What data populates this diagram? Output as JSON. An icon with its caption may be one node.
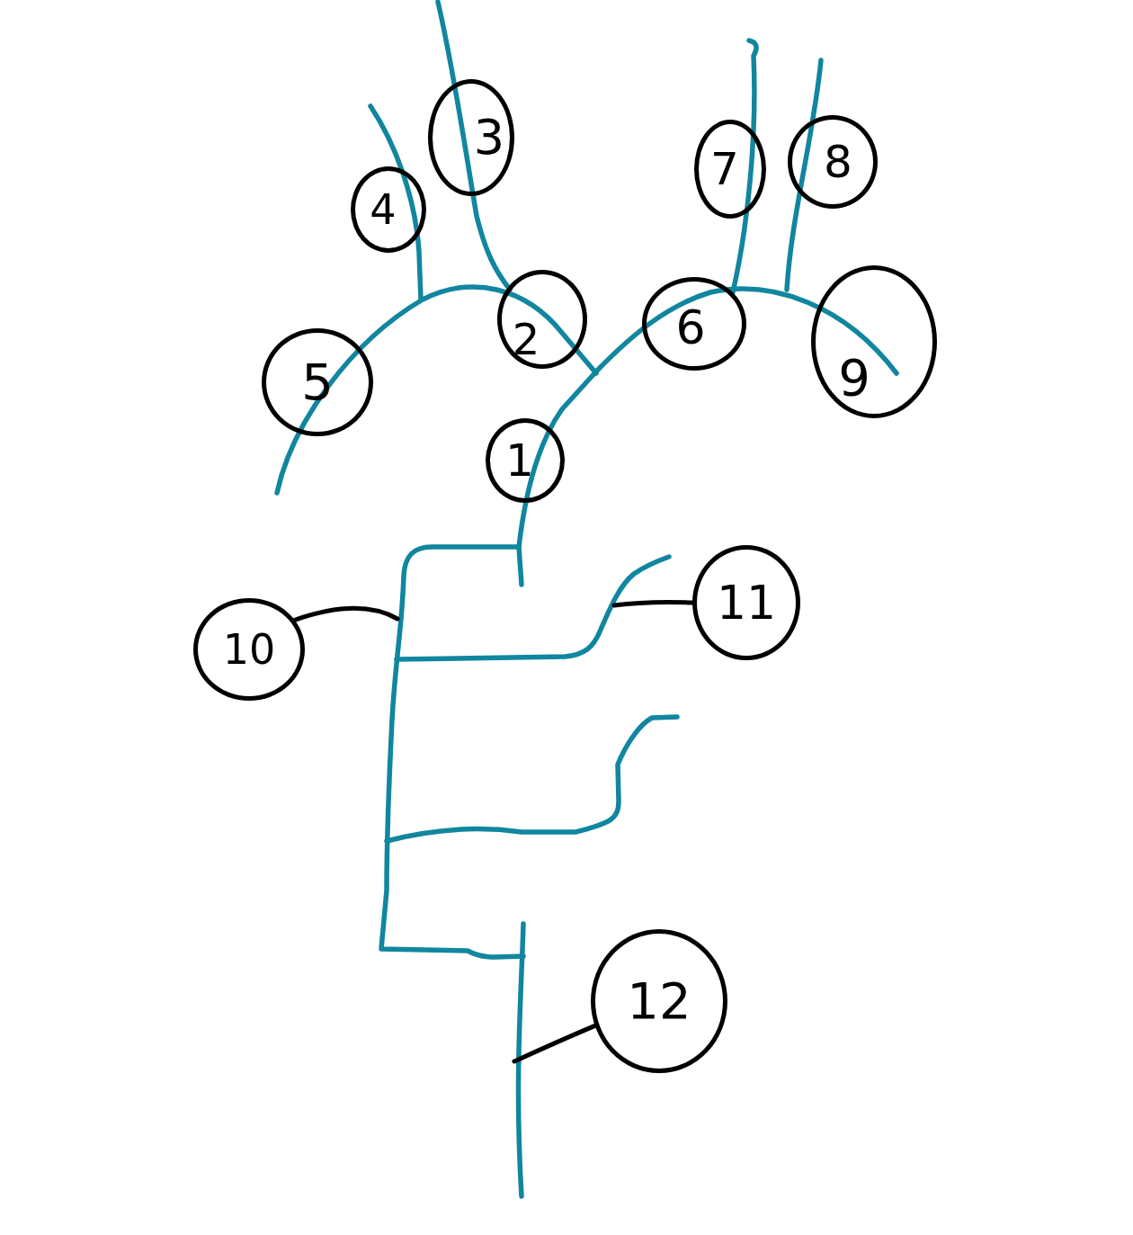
{
  "diagram": {
    "nodes": [
      {
        "text": [
          "1"
        ]
      },
      {
        "text": [
          "2"
        ]
      },
      {
        "text": [
          "3"
        ]
      },
      {
        "text": [
          "4"
        ]
      },
      {
        "text": [
          "5"
        ]
      },
      {
        "text": [
          "6"
        ]
      },
      {
        "text": [
          "7"
        ]
      },
      {
        "text": [
          "8"
        ]
      },
      {
        "text": [
          "9"
        ]
      },
      {
        "text": [
          "10"
        ]
      },
      {
        "text": [
          "11"
        ]
      },
      {
        "text": [
          "12"
        ]
      }
    ],
    "edges": [
      {
        "from": 9,
        "to": null,
        "arrow": "none"
      },
      {
        "from": 10,
        "to": null,
        "arrow": "none"
      },
      {
        "from": 11,
        "to": null,
        "arrow": "none"
      }
    ]
  }
}
